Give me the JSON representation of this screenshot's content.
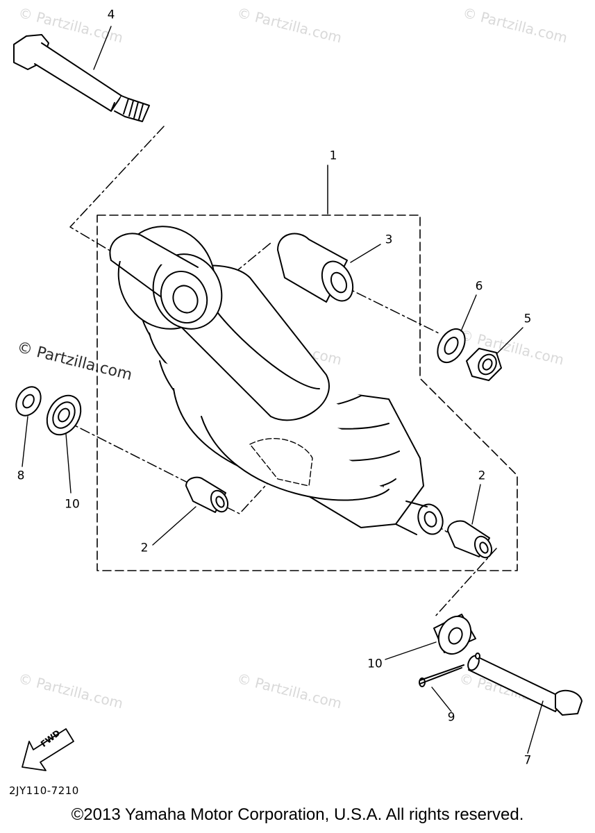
{
  "watermarks": [
    "© Partzilla.com"
  ],
  "callouts": {
    "c1": "1",
    "c2a": "2",
    "c2b": "2",
    "c3": "3",
    "c4": "4",
    "c5": "5",
    "c6": "6",
    "c7": "7",
    "c8": "8",
    "c9": "9",
    "c10a": "10",
    "c10b": "10"
  },
  "fwd_label": "FWD",
  "diagram_code": "2JY110-7210",
  "copyright": "©2013 Yamaha Motor Corporation, U.S.A. All rights reserved."
}
